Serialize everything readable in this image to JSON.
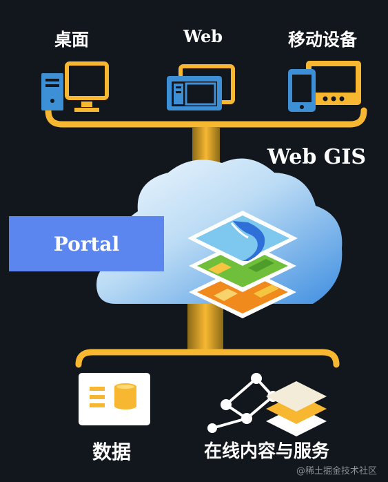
{
  "clients": {
    "desktop_label": "桌面",
    "web_label": "Web",
    "mobile_label": "移动设备"
  },
  "platform": {
    "title": "Web GIS",
    "portal_label": "Portal"
  },
  "resources": {
    "data_label": "数据",
    "content_label": "在线内容与服务"
  },
  "watermark": "@稀土掘金技术社区",
  "colors": {
    "background": "#12161d",
    "accent_yellow": "#f7b731",
    "device_blue": "#3d8fd6",
    "portal_blue": "#5b86f0",
    "cloud_light": "#e6f2fb",
    "cloud_dark": "#3f8ee0"
  }
}
